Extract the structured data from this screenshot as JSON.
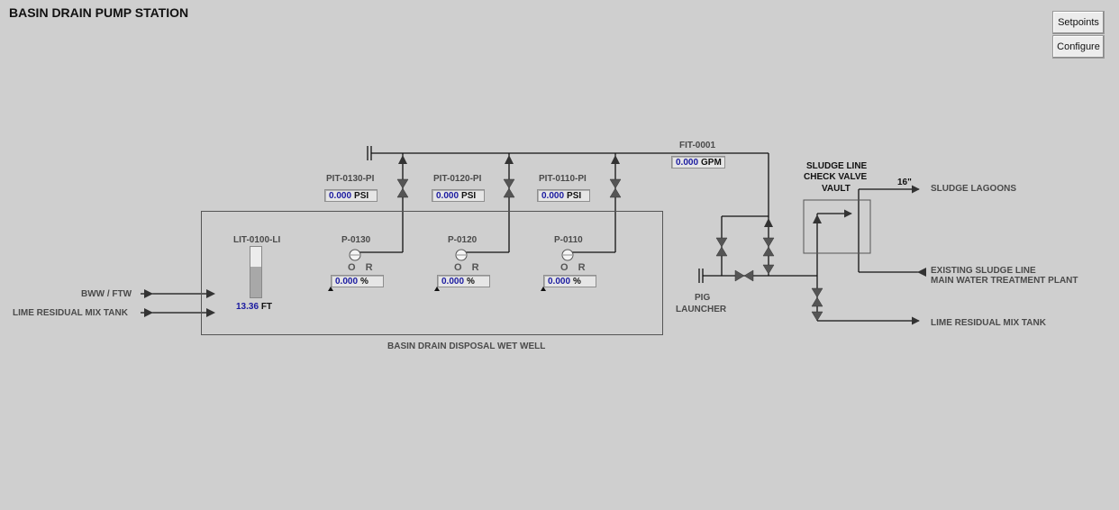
{
  "header": {
    "title": "BASIN DRAIN PUMP STATION"
  },
  "buttons": {
    "setpoints": "Setpoints",
    "configure": "Configure"
  },
  "pressure": [
    {
      "tag": "PIT-0130-PI",
      "value": "0.000",
      "unit": "PSI"
    },
    {
      "tag": "PIT-0120-PI",
      "value": "0.000",
      "unit": "PSI"
    },
    {
      "tag": "PIT-0110-PI",
      "value": "0.000",
      "unit": "PSI"
    }
  ],
  "flow": {
    "tag": "FIT-0001",
    "value": "0.000",
    "unit": "GPM"
  },
  "pumps": [
    {
      "tag": "P-0130",
      "mode": "O R",
      "speed": "0.000",
      "unit": "%"
    },
    {
      "tag": "P-0120",
      "mode": "O R",
      "speed": "0.000",
      "unit": "%"
    },
    {
      "tag": "P-0110",
      "mode": "O R",
      "speed": "0.000",
      "unit": "%"
    }
  ],
  "level": {
    "tag": "LIT-0100-LI",
    "value": "13.36",
    "unit": "FT",
    "fill_fraction": 0.6
  },
  "inlets": {
    "bww": "BWW / FTW",
    "lime_in": "LIME RESIDUAL MIX TANK"
  },
  "wet_well": {
    "label": "BASIN DRAIN DISPOSAL WET WELL"
  },
  "pig": {
    "line1": "PIG",
    "line2": "LAUNCHER"
  },
  "vault": {
    "line1": "SLUDGE LINE",
    "line2": "CHECK VALVE",
    "line3": "VAULT"
  },
  "outlets": {
    "size": "16\"",
    "sludge_lagoons": "SLUDGE LAGOONS",
    "existing_line1": "EXISTING SLUDGE LINE",
    "existing_line2": "MAIN WATER TREATMENT PLANT",
    "lime_out": "LIME RESIDUAL MIX TANK"
  },
  "colors": {
    "background": "#cfcfcf",
    "value_text": "#1a1aa0",
    "pipe": "#111111",
    "valve": "#555555"
  }
}
